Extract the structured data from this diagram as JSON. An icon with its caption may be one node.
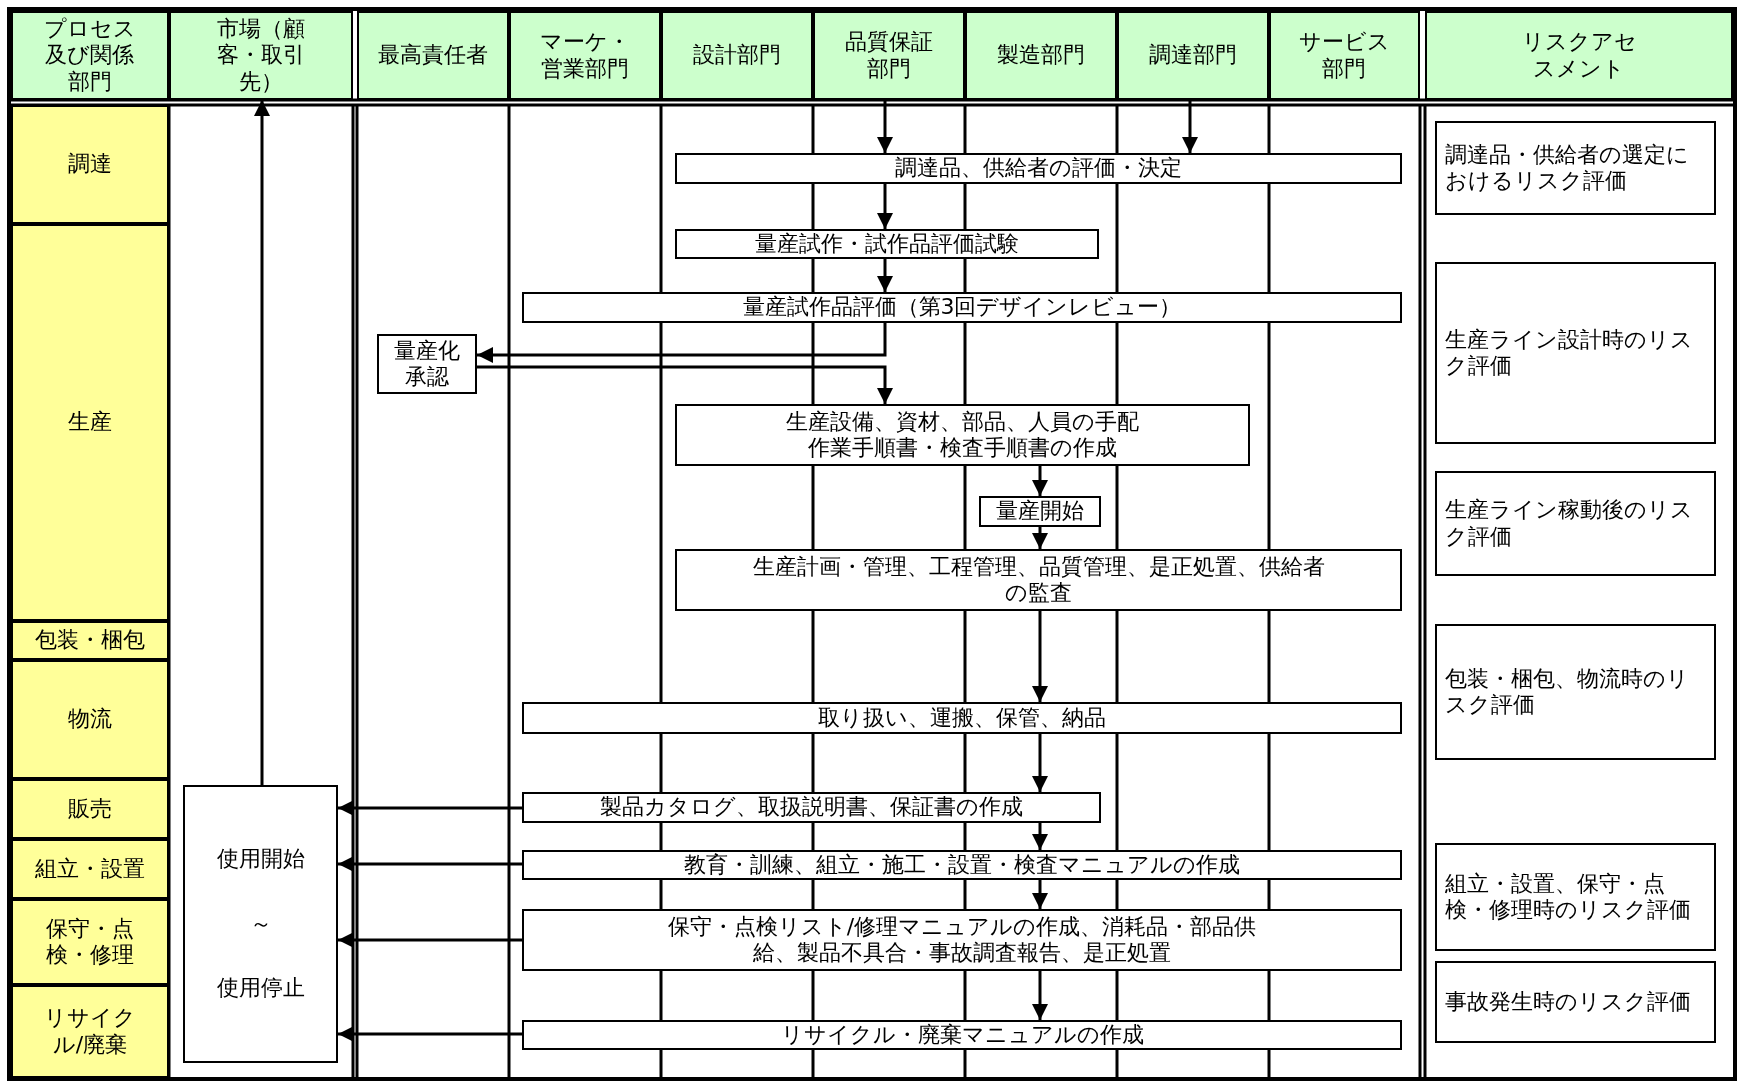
{
  "diagram": {
    "nodes": [
      {
        "text": [
          "プロセス及び関係部門"
        ]
      },
      {
        "text": [
          "市場（顧客・取引先）"
        ]
      },
      {
        "text": [
          "最高責任者"
        ]
      },
      {
        "text": [
          "マーケ・営業部門"
        ]
      },
      {
        "text": [
          "設計部門"
        ]
      },
      {
        "text": [
          "品質保証部門"
        ]
      },
      {
        "text": [
          "製造部門"
        ]
      },
      {
        "text": [
          "調達部門"
        ]
      },
      {
        "text": [
          "サービス部門"
        ]
      },
      {
        "text": [
          "リスクアセスメント"
        ]
      },
      {
        "text": [
          "調達"
        ]
      },
      {
        "text": [
          "生産"
        ]
      },
      {
        "text": [
          "包装・梱包"
        ]
      },
      {
        "text": [
          "物流"
        ]
      },
      {
        "text": [
          "販売"
        ]
      },
      {
        "text": [
          "組立・設置"
        ]
      },
      {
        "text": [
          "保守・点検・修理"
        ]
      },
      {
        "text": [
          "リサイクル/廃棄"
        ]
      },
      {
        "text": [
          "調達品、供給者の評価・決定"
        ]
      },
      {
        "text": [
          "量産試作・試作品評価試験"
        ]
      },
      {
        "text": [
          "量産試作品評価（第3回デザインレビュー）"
        ]
      },
      {
        "text": [
          "量産化承認"
        ]
      },
      {
        "text": [
          "生産設備、資材、部品、人員の手配",
          "作業手順書・検査手順書の作成"
        ]
      },
      {
        "text": [
          "量産開始"
        ]
      },
      {
        "text": [
          "生産計画・管理、工程管理、品質管理、是正処置、供給者の監査"
        ]
      },
      {
        "text": [
          "取り扱い、運搬、保管、納品"
        ]
      },
      {
        "text": [
          "製品カタログ、取扱説明書、保証書の作成"
        ]
      },
      {
        "text": [
          "教育・訓練、組立・施工・設置・検査マニュアルの作成"
        ]
      },
      {
        "text": [
          "保守・点検リスト/修理マニュアルの作成、消耗品・部品供給、製品不具合・事故調査報告、是正処置"
        ]
      },
      {
        "text": [
          "リサイクル・廃棄マニュアルの作成"
        ]
      },
      {
        "text": [
          "使用開始",
          "～",
          "使用停止"
        ]
      },
      {
        "text": [
          "調達品・供給者の選定におけるリスク評価"
        ]
      },
      {
        "text": [
          "生産ライン設計時のリスク評価"
        ]
      },
      {
        "text": [
          "生産ライン稼動後のリスク評価"
        ]
      },
      {
        "text": [
          "包装・梱包、物流時のリスク評価"
        ]
      },
      {
        "text": [
          "組立・設置、保守・点検・修理時のリスク評価"
        ]
      },
      {
        "text": [
          "事故発生時のリスク評価"
        ]
      }
    ],
    "edges": [
      {
        "from": 5,
        "to": 18,
        "arrow": "to"
      },
      {
        "from": 7,
        "to": 18,
        "arrow": "to"
      },
      {
        "from": 18,
        "to": 19,
        "arrow": "to"
      },
      {
        "from": 19,
        "to": 20,
        "arrow": "to"
      },
      {
        "from": 20,
        "to": 21,
        "arrow": "to"
      },
      {
        "from": 21,
        "to": 22,
        "arrow": "to"
      },
      {
        "from": 22,
        "to": 23,
        "arrow": "to"
      },
      {
        "from": 23,
        "to": 24,
        "arrow": "to"
      },
      {
        "from": 24,
        "to": 25,
        "arrow": "to"
      },
      {
        "from": 25,
        "to": 26,
        "arrow": "to"
      },
      {
        "from": 26,
        "to": 27,
        "arrow": "to"
      },
      {
        "from": 27,
        "to": 28,
        "arrow": "to"
      },
      {
        "from": 28,
        "to": 29,
        "arrow": "to"
      },
      {
        "from": 26,
        "to": 30,
        "arrow": "to"
      },
      {
        "from": 27,
        "to": 30,
        "arrow": "to"
      },
      {
        "from": 28,
        "to": 30,
        "arrow": "to"
      },
      {
        "from": 29,
        "to": 30,
        "arrow": "to"
      },
      {
        "from": 30,
        "to": 1,
        "arrow": "to"
      }
    ]
  }
}
